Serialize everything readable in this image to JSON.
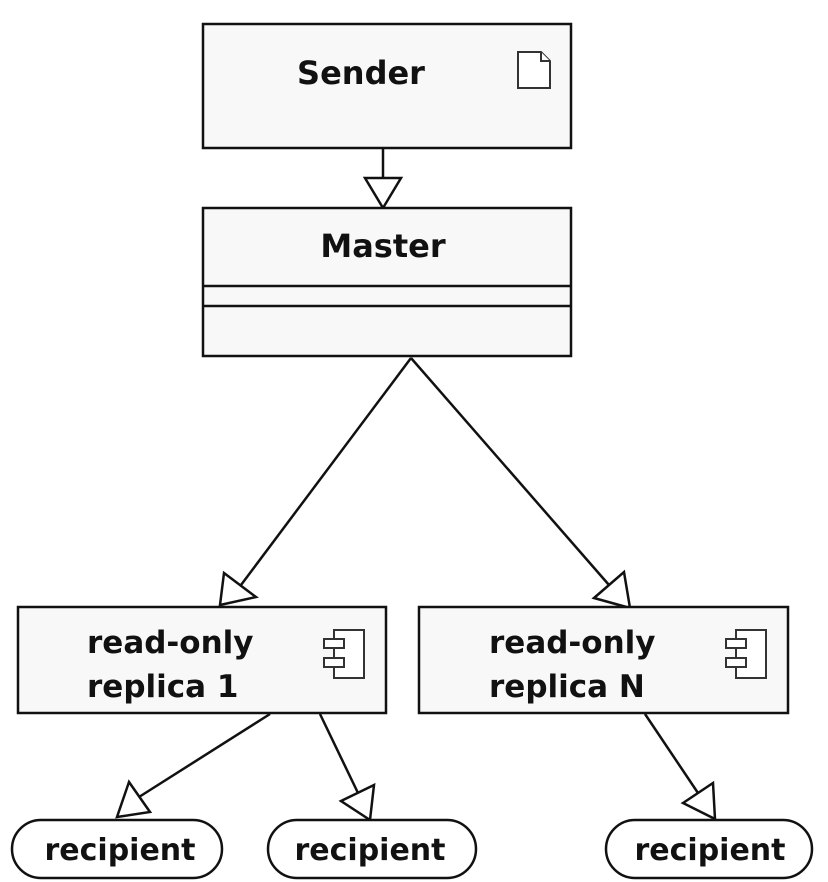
{
  "nodes": {
    "sender": {
      "label": "Sender",
      "icon": "document-icon"
    },
    "master": {
      "label": "Master"
    },
    "replica_1": {
      "line1": "read-only",
      "line2": "replica 1",
      "icon": "component-icon"
    },
    "replica_n": {
      "line1": "read-only",
      "line2": "replica N",
      "icon": "component-icon"
    },
    "recipients": [
      {
        "label": "recipient"
      },
      {
        "label": "recipient"
      },
      {
        "label": "recipient"
      }
    ]
  },
  "colors": {
    "stroke": "#111111",
    "box_fill": "#f8f8f8",
    "background": "#ffffff"
  }
}
